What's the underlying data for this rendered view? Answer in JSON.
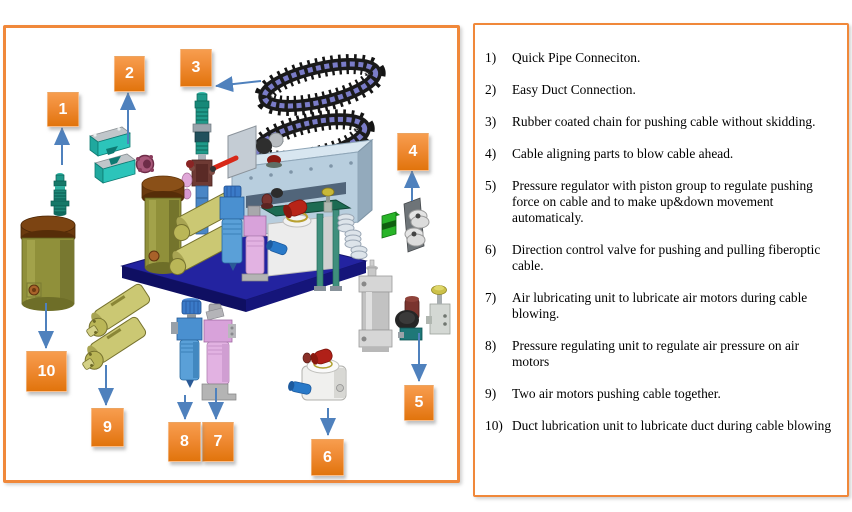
{
  "diagram": {
    "labels": [
      "1",
      "2",
      "3",
      "4",
      "5",
      "6",
      "7",
      "8",
      "9",
      "10"
    ]
  },
  "legend": {
    "items": [
      {
        "num": "1)",
        "text": "Quick Pipe Conneciton."
      },
      {
        "num": "2)",
        "text": "Easy Duct Connection."
      },
      {
        "num": "3)",
        "text": "Rubber coated chain for pushing cable without skidding."
      },
      {
        "num": "4)",
        "text": "Cable aligning parts to blow cable ahead."
      },
      {
        "num": "5)",
        "text": "Pressure regulator with piston group to regulate pushing force on cable and to make up&down movement automaticaly."
      },
      {
        "num": "6)",
        "text": "Direction control valve for pushing and pulling fiberoptic cable."
      },
      {
        "num": "7)",
        "text": "Air lubricating unit to lubricate air motors during cable blowing."
      },
      {
        "num": "8)",
        "text": "Pressure regulating unit to regulate air pressure on air motors"
      },
      {
        "num": "9)",
        "text": "Two air motors pushing cable together."
      },
      {
        "num": "10)",
        "text": "Duct lubrication  unit to lubricate duct during cable blowing"
      }
    ]
  },
  "colors": {
    "panel_border": "#f0883a",
    "label_gradient_top": "#f79d4e",
    "label_gradient_bottom": "#e1740c",
    "label_text": "#ffffff",
    "arrow": "#4f81bd",
    "legend_text": "#000000",
    "base_plate": "#2323a0",
    "machine_body": "#b8cede",
    "duct_lubricator": "#90903a",
    "air_motor": "#cbc873",
    "frl_blue": "#4a90d0",
    "lubricator_pink": "#d8a2da",
    "deck_green": "#1d6b52"
  }
}
